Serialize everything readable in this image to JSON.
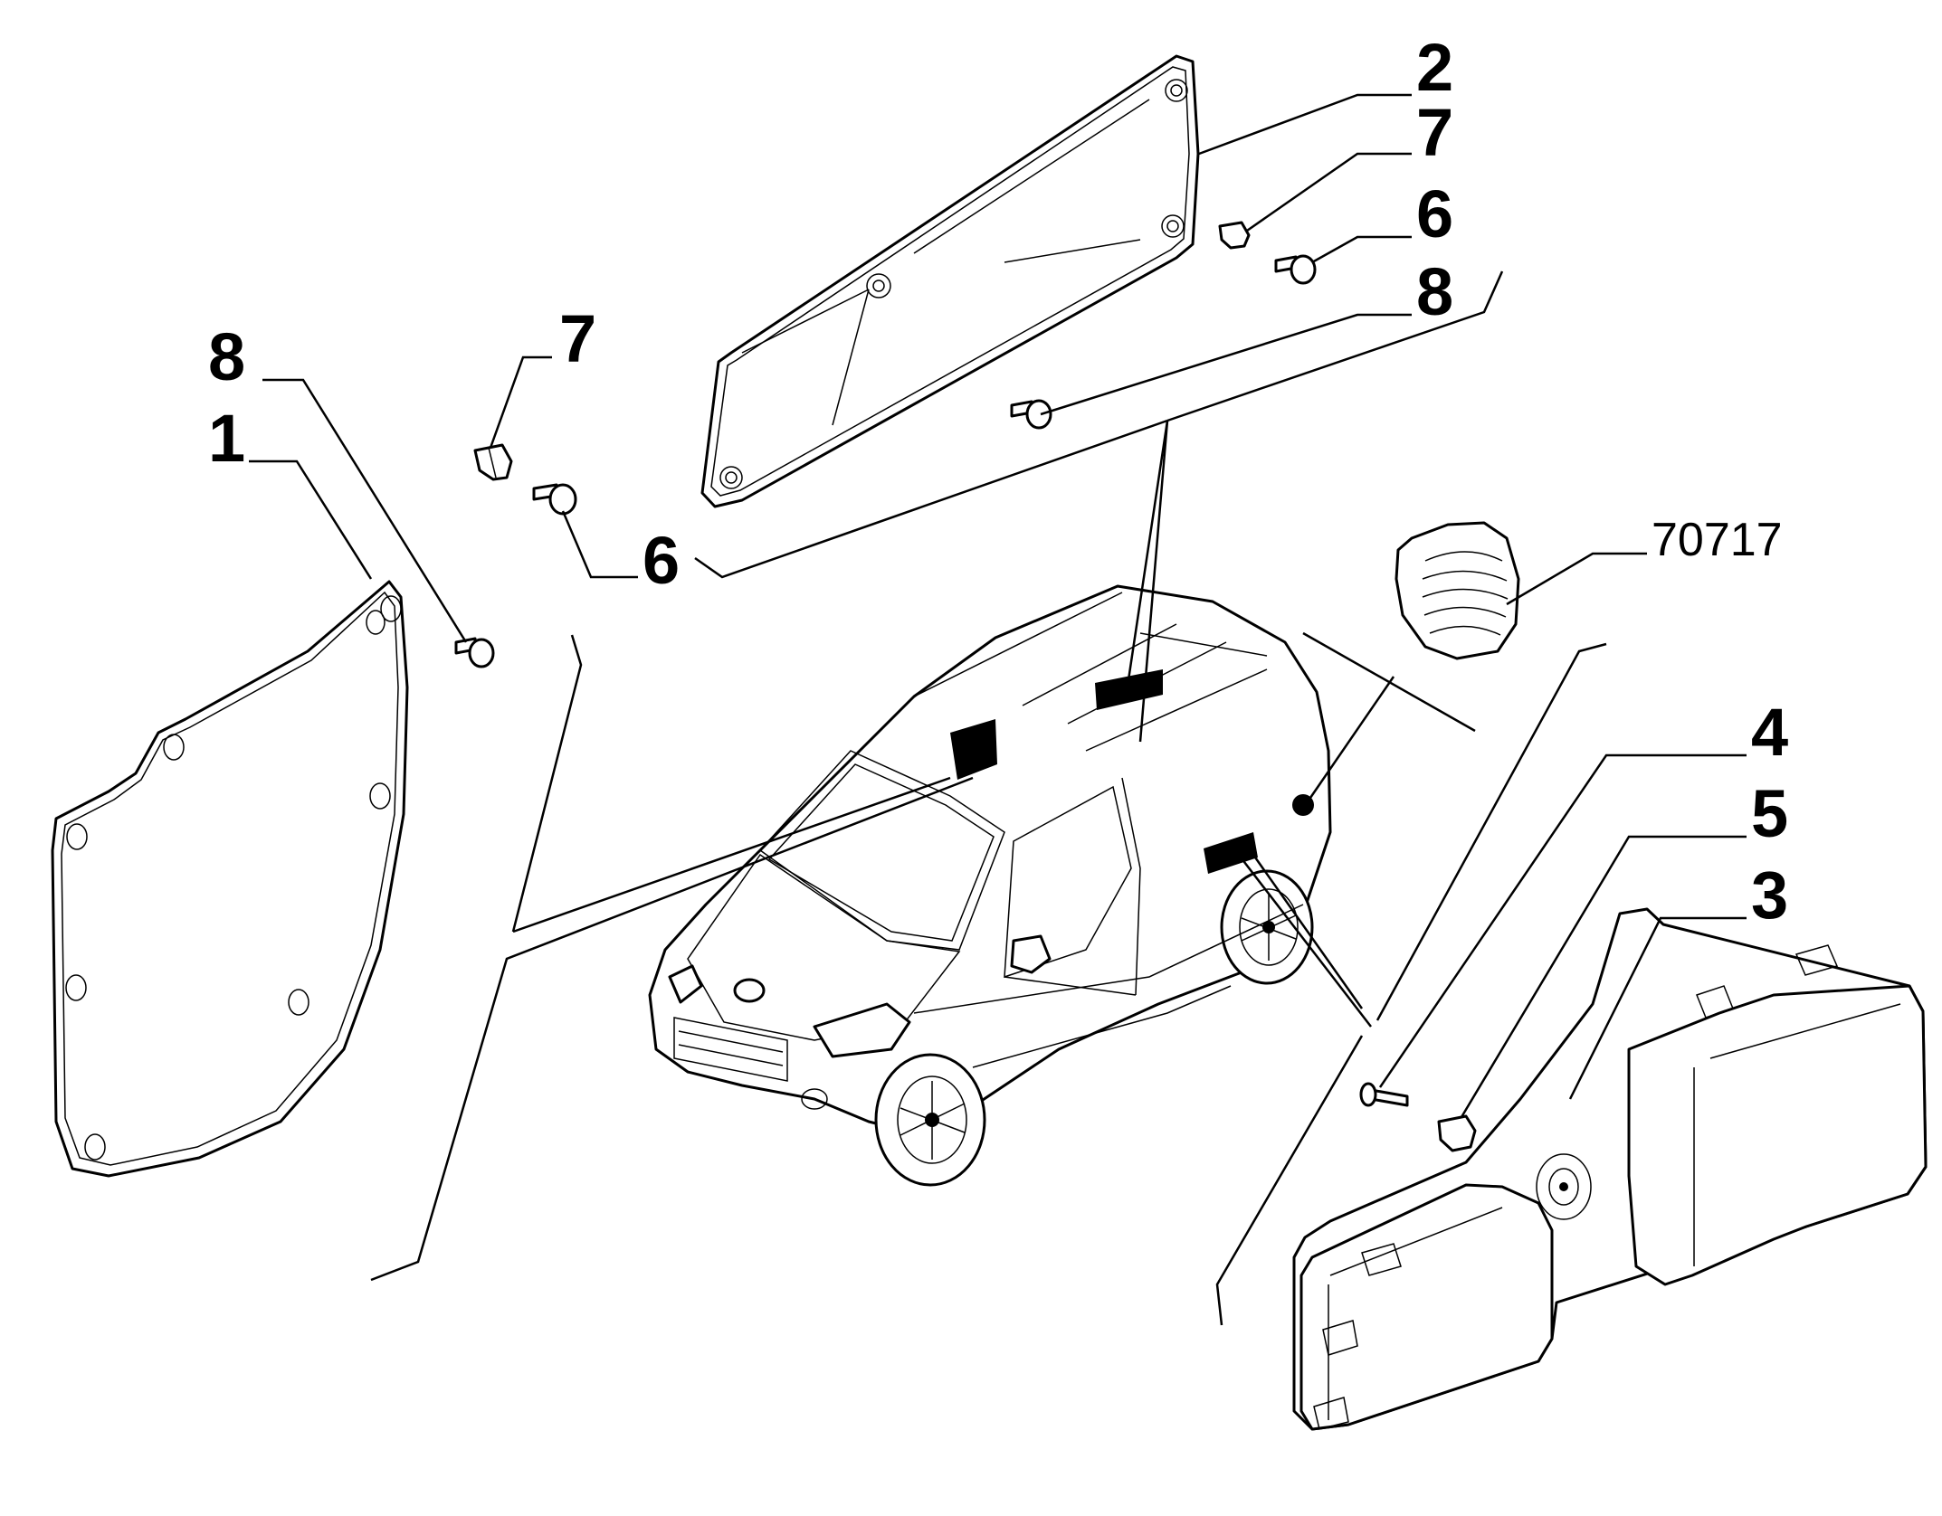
{
  "callouts": {
    "panel_left": "1",
    "panel_top": "2",
    "panel_right_bottom": "3",
    "screw_right": "4",
    "clip_right": "5",
    "screw_top_right": "6",
    "screw_top_left": "6",
    "clip_top_right": "7",
    "clip_top_left": "7",
    "pin_top_right": "8",
    "pin_left": "8",
    "cover_reference": "70717"
  },
  "icons": {
    "van": "van-illustration",
    "cover": "ribbed-cover-icon"
  }
}
